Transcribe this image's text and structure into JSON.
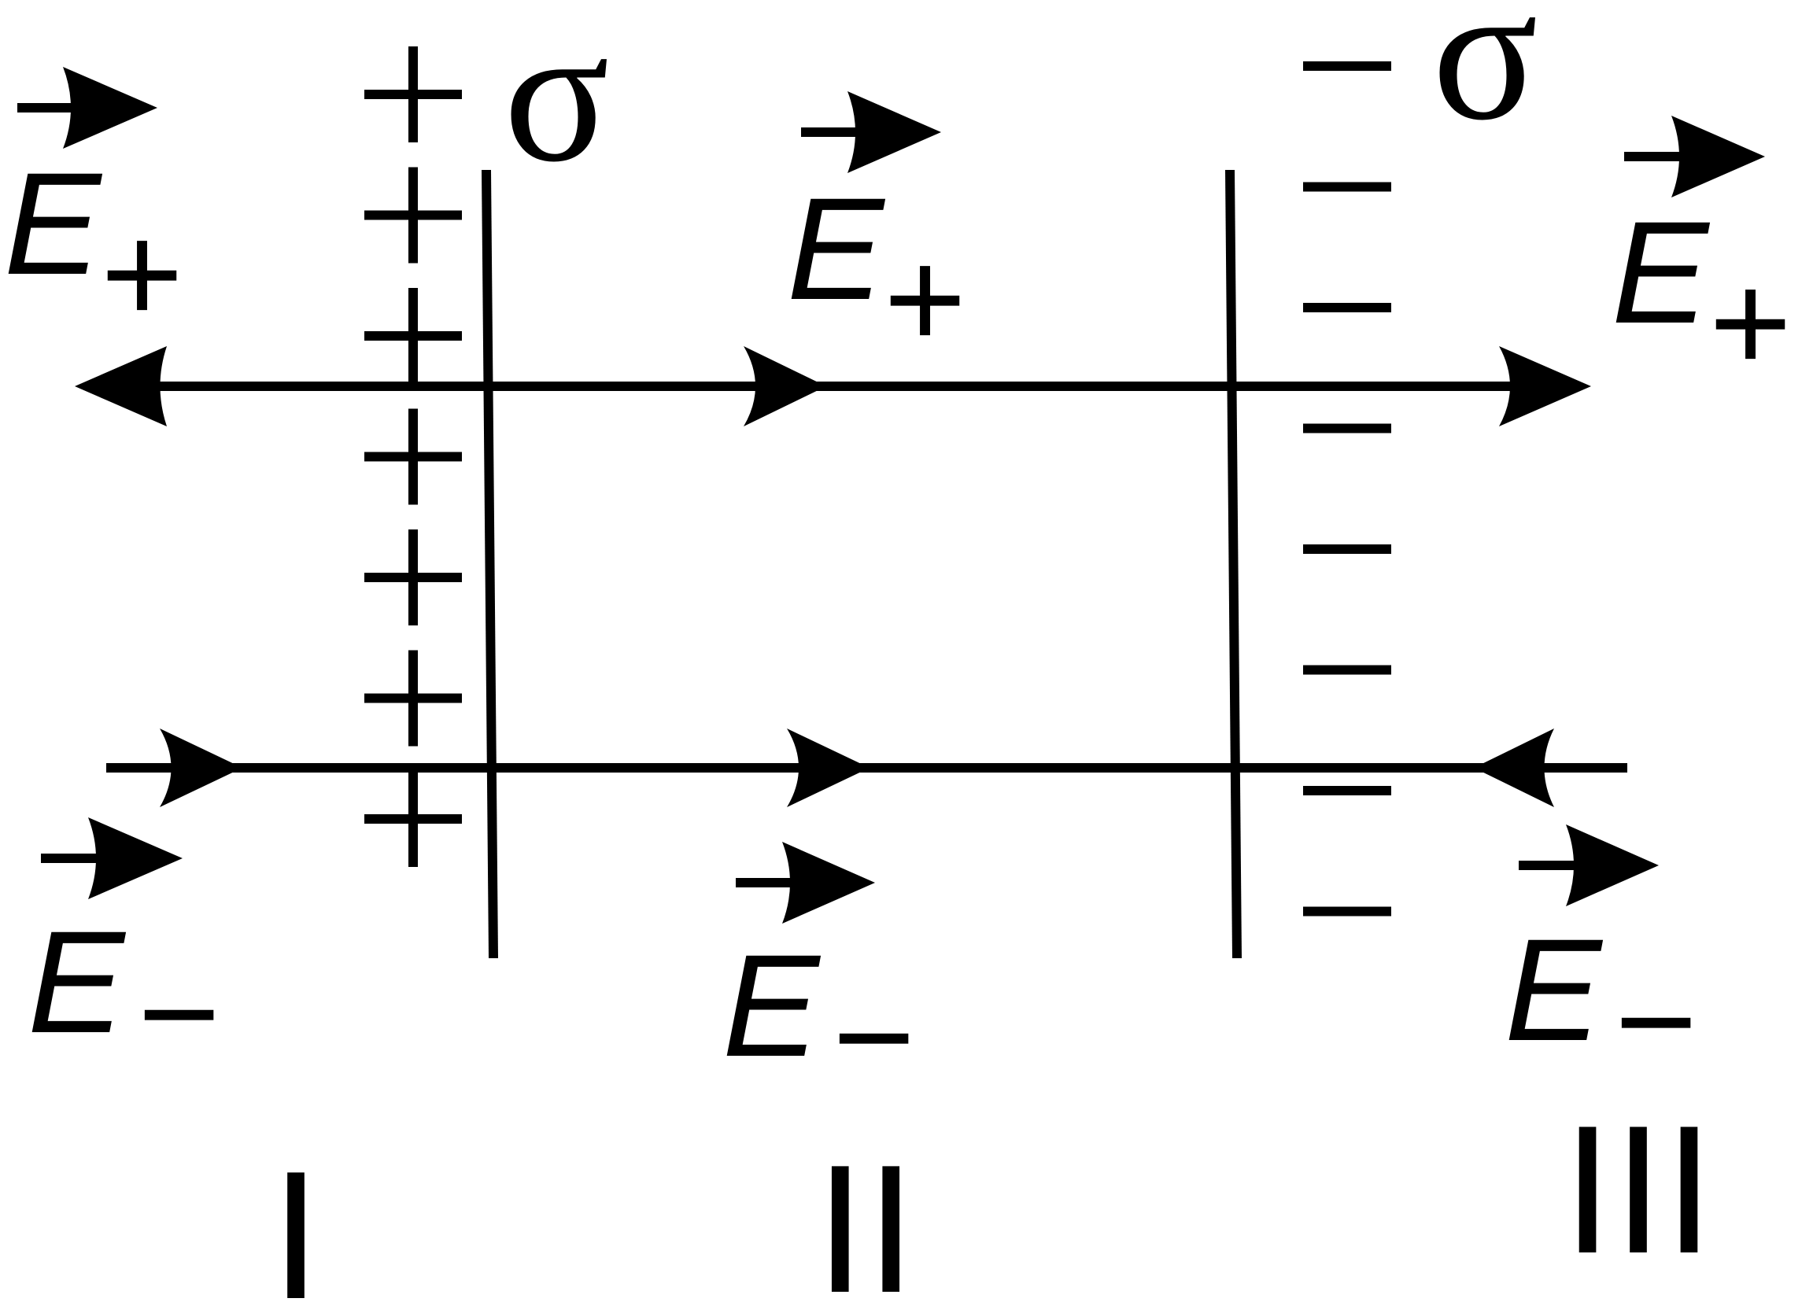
{
  "plates": {
    "left": {
      "sign": "+",
      "charge_label": "σ",
      "charge_count": 7
    },
    "right": {
      "sign": "−",
      "charge_label": "σ",
      "charge_count": 8
    }
  },
  "field_labels": {
    "plus": {
      "symbol": "E",
      "subscript": "+"
    },
    "minus": {
      "symbol": "E",
      "subscript": "−"
    }
  },
  "regions": [
    "I",
    "II",
    "III"
  ],
  "colors": {
    "ink": "#000000",
    "background": "#ffffff"
  }
}
